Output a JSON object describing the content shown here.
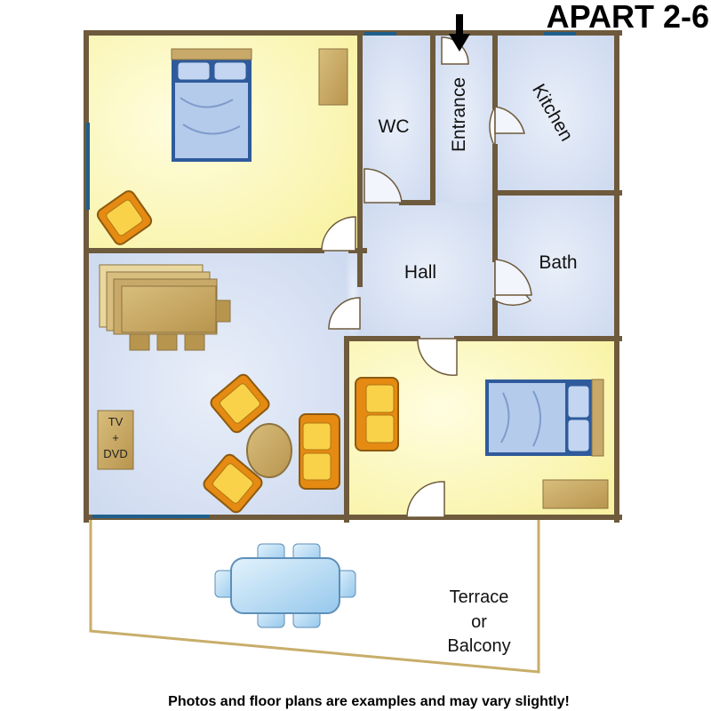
{
  "title": "APART 2-6",
  "disclaimer": "Photos and floor plans are examples and may vary slightly!",
  "rooms": {
    "wc": "WC",
    "entrance": "Entrance",
    "kitchen": "Kitchen",
    "hall": "Hall",
    "bath": "Bath",
    "terrace": [
      "Terrace",
      "or",
      "Balcony"
    ]
  },
  "tv": [
    "TV",
    "+",
    "DVD"
  ],
  "colors": {
    "wall": "#6e5a3c",
    "bedroom_floor": "#fbf7b4",
    "blue_floor": "#d4e0f4",
    "window": "#1f5f8c",
    "terrace_outline": "#c8ad6a",
    "chair_orange": "#e58a12",
    "chair_seat": "#f9d24a",
    "wood": "#c8a96a",
    "bed_blue": "#2f5b9c",
    "bed_sheet": "#a9c2e8",
    "glass_table": "#a8d4f2"
  }
}
